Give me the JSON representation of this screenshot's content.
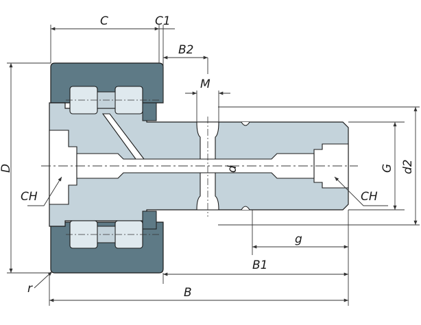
{
  "colors": {
    "outer_ring": "#5e7a86",
    "inner_body": "#c4d3db",
    "rollers": "#dfe9ee",
    "outline": "#1a1a1a",
    "dim_line": "#333333",
    "background": "#ffffff"
  },
  "labels": {
    "C": "C",
    "C1": "C1",
    "B2": "B2",
    "M": "M",
    "D": "D",
    "CH_left": "CH",
    "CH_right": "CH",
    "d": "d",
    "G": "G",
    "d2": "d2",
    "g": "g",
    "B1": "B1",
    "B": "B",
    "r": "r"
  }
}
